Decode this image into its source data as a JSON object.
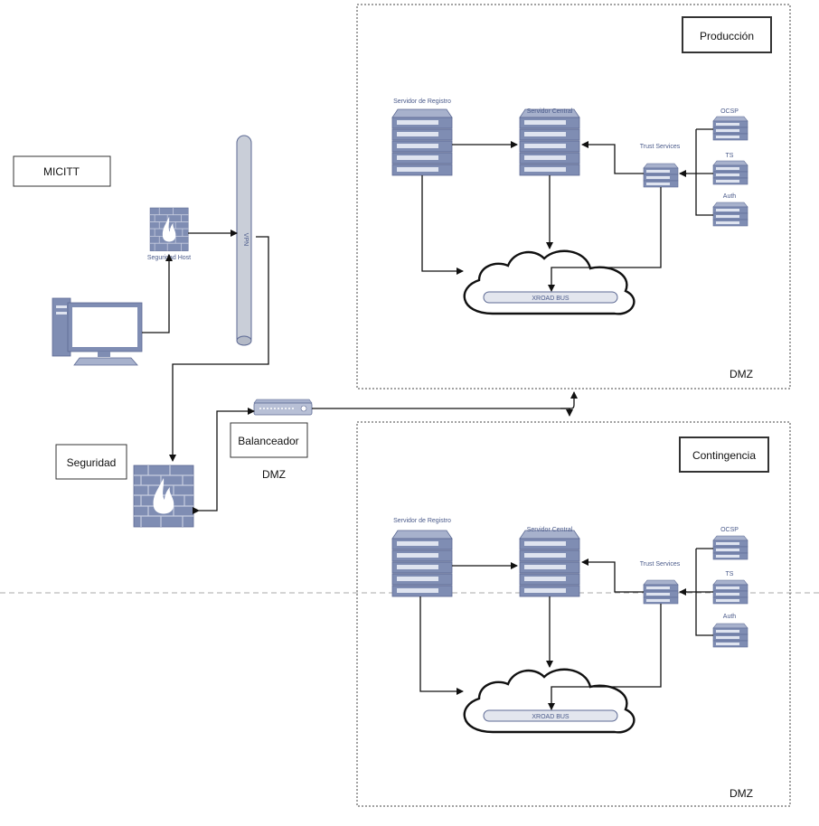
{
  "labels": {
    "micitt": "MICITT",
    "seguridad": "Seguridad",
    "balanceador": "Balanceador",
    "dmz_left": "DMZ",
    "seguridad_host": "Seguridad Host",
    "vpn": "VPN"
  },
  "zones": [
    {
      "title": "Producción",
      "dmz": "DMZ",
      "servidor_registro": "Servidor de Registro",
      "servidor_central": "Servidor Central",
      "trust_services": "Trust Services",
      "ocsp": "OCSP",
      "ts": "TS",
      "auth": "Auth",
      "bus": "XROAD BUS"
    },
    {
      "title": "Contingencia",
      "dmz": "DMZ",
      "servidor_registro": "Servidor de Registro",
      "servidor_central": "Servidor Central",
      "trust_services": "Trust Services",
      "ocsp": "OCSP",
      "ts": "TS",
      "auth": "Auth",
      "bus": "XROAD BUS"
    }
  ],
  "colors": {
    "server_fill": "#7f8db3",
    "server_stripe": "#dfe4f0",
    "firewall": "#7f8db3",
    "pipe": "#c9ced8"
  }
}
